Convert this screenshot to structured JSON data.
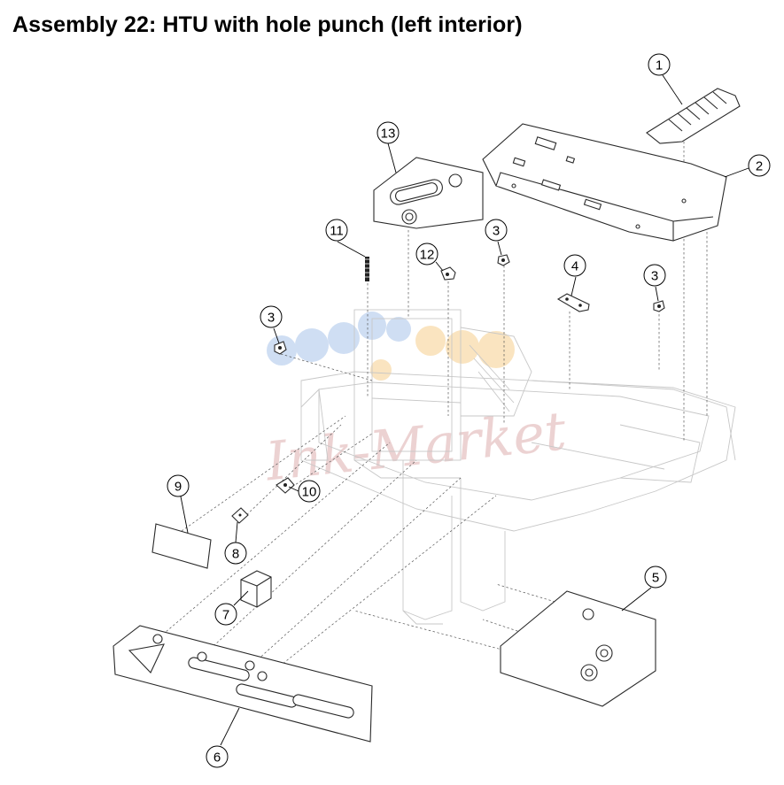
{
  "title": "Assembly 22:  HTU with hole punch (left interior)",
  "watermark": "Ink-Market",
  "callouts": [
    {
      "id": "callout-1",
      "label": "1"
    },
    {
      "id": "callout-2",
      "label": "2"
    },
    {
      "id": "callout-3a",
      "label": "3"
    },
    {
      "id": "callout-3b",
      "label": "3"
    },
    {
      "id": "callout-3c",
      "label": "3"
    },
    {
      "id": "callout-4",
      "label": "4"
    },
    {
      "id": "callout-5",
      "label": "5"
    },
    {
      "id": "callout-6",
      "label": "6"
    },
    {
      "id": "callout-7",
      "label": "7"
    },
    {
      "id": "callout-8",
      "label": "8"
    },
    {
      "id": "callout-9",
      "label": "9"
    },
    {
      "id": "callout-10",
      "label": "10"
    },
    {
      "id": "callout-11",
      "label": "11"
    },
    {
      "id": "callout-12",
      "label": "12"
    },
    {
      "id": "callout-13",
      "label": "13"
    }
  ],
  "colors": {
    "line": "#2a2a2a",
    "ghost_line": "#c7c7c7",
    "watermark_blue": "#a9c4ea",
    "watermark_orange": "#f6cf8e",
    "watermark_text": "#e8c7c7"
  }
}
